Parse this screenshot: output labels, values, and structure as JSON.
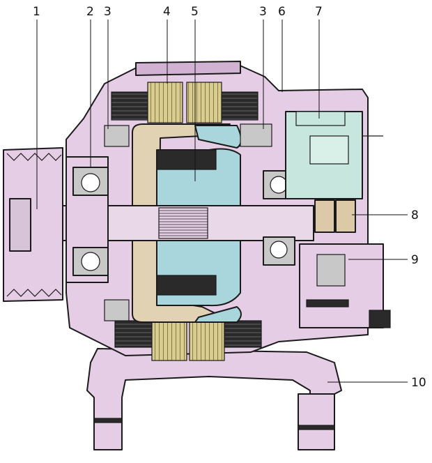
{
  "callouts": [
    {
      "id": "c1",
      "text": "1"
    },
    {
      "id": "c2",
      "text": "2"
    },
    {
      "id": "c3a",
      "text": "3"
    },
    {
      "id": "c4",
      "text": "4"
    },
    {
      "id": "c5",
      "text": "5"
    },
    {
      "id": "c3b",
      "text": "3"
    },
    {
      "id": "c6",
      "text": "6"
    },
    {
      "id": "c7",
      "text": "7"
    },
    {
      "id": "c8",
      "text": "8"
    },
    {
      "id": "c9",
      "text": "9"
    },
    {
      "id": "c10",
      "text": "10"
    }
  ],
  "colors": {
    "housing": "#e6cde6",
    "housing_dark": "#d2b2d2",
    "rotor_blue": "#a8d6dc",
    "claw_tan": "#e2d2b4",
    "stator_copper": "#d8cc90",
    "winding_dark": "#2a2a2a",
    "bearing_grey": "#c8c8c8",
    "regulator_green": "#c6e6de",
    "brush_tan": "#dcc9a8",
    "shaft": "#e8d8e8",
    "outline": "#1a1a1a"
  },
  "parts": [
    {
      "name": "pulley-icon"
    },
    {
      "name": "front-bearing-icon"
    },
    {
      "name": "fan-icon"
    },
    {
      "name": "stator-icon"
    },
    {
      "name": "rotor-icon"
    },
    {
      "name": "rear-bearing-icon"
    },
    {
      "name": "regulator-icon"
    },
    {
      "name": "brush-holder-icon"
    },
    {
      "name": "rectifier-icon"
    },
    {
      "name": "mounting-bracket-icon"
    }
  ]
}
